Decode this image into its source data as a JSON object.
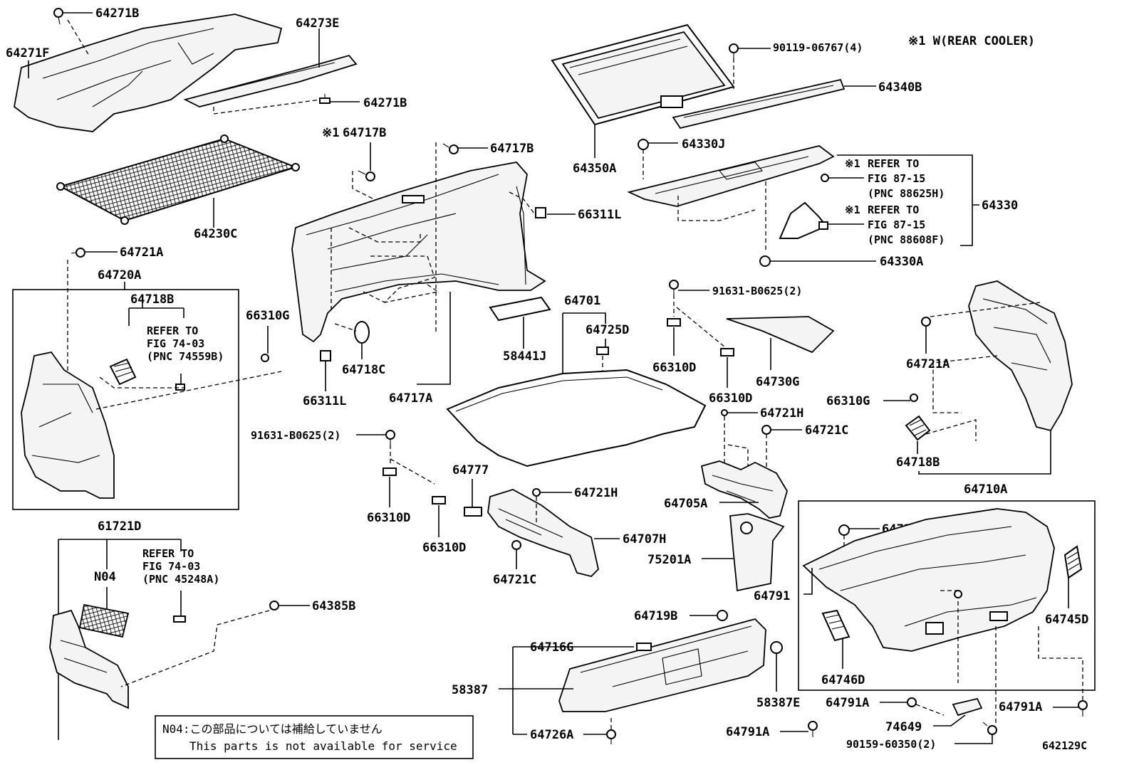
{
  "diagram": {
    "header_note": "※1 W(REAR COOLER)",
    "illustration_id": "642129C",
    "footnote": {
      "line1": "N04:この部品については補給していません",
      "line2": "This parts is not available for service"
    },
    "labels": {
      "p64271B_top": "64271B",
      "p64271F": "64271F",
      "p64273E": "64273E",
      "p64271B_mid": "64271B",
      "p64230C": "64230C",
      "p64721A_left": "64721A",
      "p64720A": "64720A",
      "p64718B_left": "64718B",
      "ref_7403_a1": "REFER TO",
      "ref_7403_a2": "FIG 74-03",
      "ref_7403_a3": "(PNC 74559B)",
      "p66310G_left": "66310G",
      "p61721D": "61721D",
      "pN04": "N04",
      "ref_7403_b1": "REFER TO",
      "ref_7403_b2": "FIG 74-03",
      "ref_7403_b3": "(PNC 45248A)",
      "p64385B": "64385B",
      "p64717B_mark": "※1",
      "p64717B_a": "64717B",
      "p64717B_b": "64717B",
      "p66311L_a": "66311L",
      "p66311L_b": "66311L",
      "p64718C": "64718C",
      "p64717A": "64717A",
      "p58441J": "58441J",
      "p64701": "64701",
      "p64725D": "64725D",
      "p91631_left": "91631-B0625(2)",
      "p66310D_a": "66310D",
      "p66310D_b": "66310D",
      "p64777": "64777",
      "p64721H_mid": "64721H",
      "p64707H": "64707H",
      "p64721C_mid": "64721C",
      "p90119": "90119-06767(4)",
      "p64340B": "64340B",
      "p64350A": "64350A",
      "p64330J": "64330J",
      "ref_8715_a_mark": "※1",
      "ref_8715_a1": "REFER TO",
      "ref_8715_a2": "FIG 87-15",
      "ref_8715_a3": "(PNC 88625H)",
      "ref_8715_b_mark": "※1",
      "ref_8715_b1": "REFER TO",
      "ref_8715_b2": "FIG 87-15",
      "ref_8715_b3": "(PNC 88608F)",
      "p64330": "64330",
      "p64330A": "64330A",
      "p91631_right": "91631-B0625(2)",
      "p66310D_c": "66310D",
      "p66310D_d": "66310D",
      "p64730G": "64730G",
      "p64721H_right": "64721H",
      "p64721C_right": "64721C",
      "p64705A": "64705A",
      "p75201A": "75201A",
      "p64721A_right": "64721A",
      "p66310G_right": "66310G",
      "p64718B_right": "64718B",
      "p64710A": "64710A",
      "p64726D": "64726D",
      "p64791": "64791",
      "p64745D": "64745D",
      "p64746D": "64746D",
      "p64719B": "64719B",
      "p64716G": "64716G",
      "p58387": "58387",
      "p64726A": "64726A",
      "p58387E": "58387E",
      "p64791A_a": "64791A",
      "p64791A_b": "64791A",
      "p64791A_c": "64791A",
      "p74649": "74649",
      "p90159": "90159-60350(2)"
    }
  }
}
